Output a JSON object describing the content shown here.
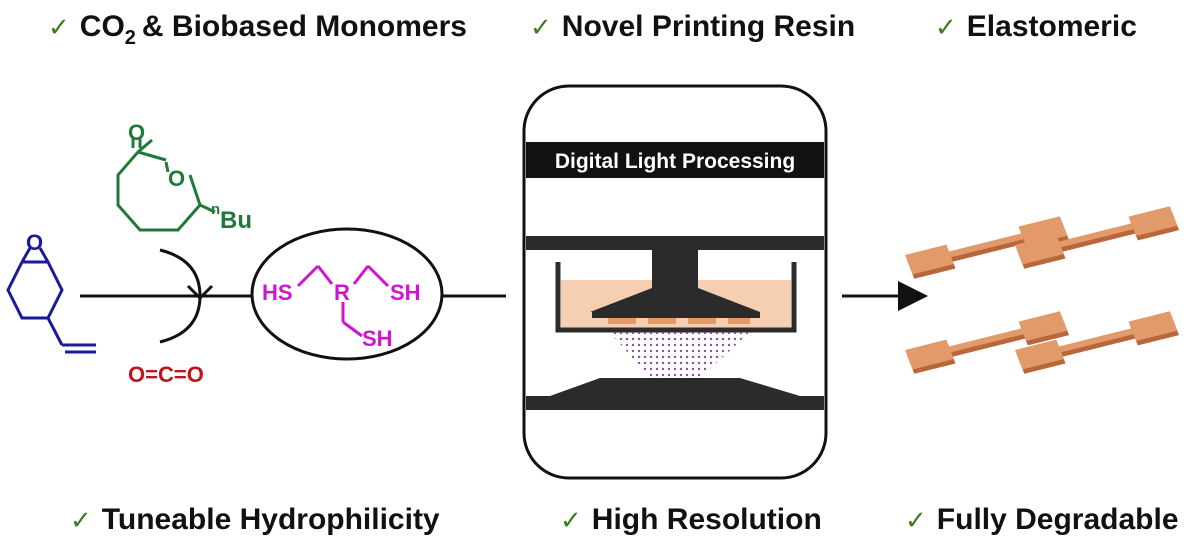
{
  "features_top": [
    {
      "check": "✓",
      "pre": "CO",
      "sub": "2",
      "post": "& Biobased Monomers"
    },
    {
      "check": "✓",
      "text": "Novel Printing Resin"
    },
    {
      "check": "✓",
      "text": "Elastomeric"
    }
  ],
  "features_bottom": [
    {
      "check": "✓",
      "text": "Tuneable Hydrophilicity"
    },
    {
      "check": "✓",
      "text": "High Resolution"
    },
    {
      "check": "✓",
      "text": "Fully Degradable"
    }
  ],
  "lactone": {
    "o_ring": "O",
    "o_carbonyl": "O",
    "sup": "n",
    "sub": "Bu"
  },
  "epoxide": {
    "o": "O"
  },
  "co2": {
    "label": "O=C=O"
  },
  "thiol": {
    "sh_left": "HS",
    "center": "R",
    "sh_right": "SH",
    "sh_bottom": "SH"
  },
  "printer": {
    "label": "Digital Light Processing"
  },
  "colors": {
    "check": "#3e7d1f",
    "lactone": "#1f7a3a",
    "epoxide": "#1a1a9a",
    "co2": "#c0141c",
    "thiol": "#d214d2",
    "resin": "#f6cfb3",
    "part": "#e29a6b",
    "part_side": "#b8663a",
    "printer_dark": "#2b2b2b"
  }
}
